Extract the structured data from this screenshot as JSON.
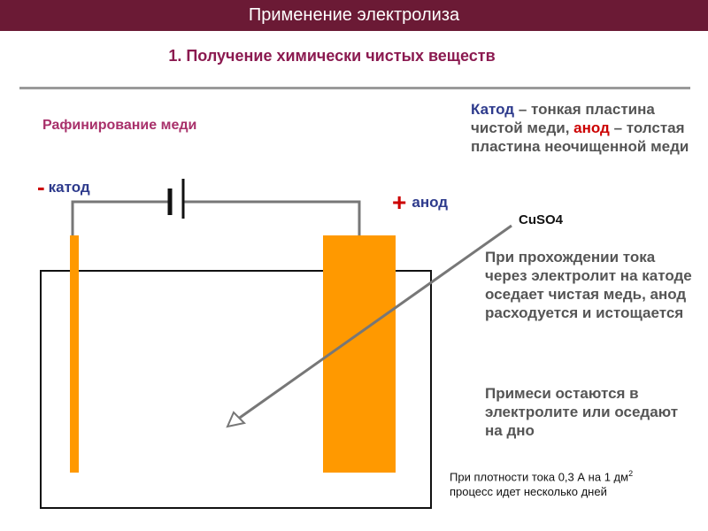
{
  "header": {
    "title": "Применение электролиза"
  },
  "subtitle": "1. Получение химически чистых веществ",
  "diagram": {
    "process_label": "Рафинирование меди",
    "cathode_sign": "-",
    "cathode_label": "катод",
    "anode_sign": "+",
    "anode_label": "анод",
    "electrolyte_label": "CuSO4"
  },
  "notes": {
    "n1_cathode_word": "Катод",
    "n1_part1": " – тонкая пластина чистой меди, ",
    "n1_anode_word": "анод",
    "n1_part2": " – толстая пластина неочищенной меди",
    "n2": "При прохождении тока через электролит на катоде оседает чистая медь, анод расходуется и истощается",
    "n3": "Примеси остаются в электролите или оседают на дно",
    "density_part1": "При плотности тока 0,3 А на 1 дм",
    "density_sup": "2",
    "density_part2": "процесс идет несколько дней"
  },
  "colors": {
    "title_bg": "#6b1a35",
    "subtitle": "#8b1a50",
    "electrode": "#ff9900",
    "label_blue": "#2d3a8c",
    "sign_red": "#cc0000"
  }
}
